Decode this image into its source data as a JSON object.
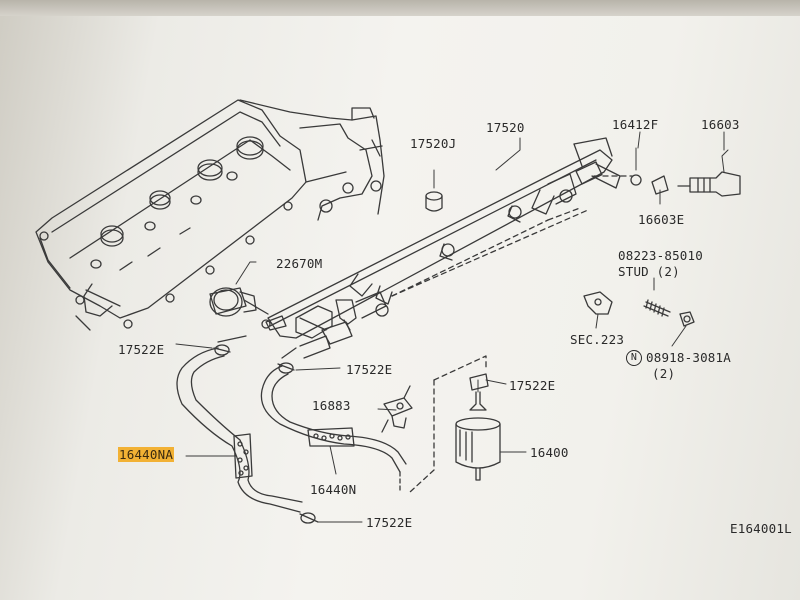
{
  "diagram": {
    "reference_code": "E164001L",
    "callouts": {
      "p17520j": "17520J",
      "p17520": "17520",
      "p16412f": "16412F",
      "p16603": "16603",
      "p16603e": "16603E",
      "p22670m": "22670M",
      "p08223": "08223-85010",
      "stud": "STUD (2)",
      "sec223": "SEC.223",
      "n_mark": "N",
      "p08918": "08918-3081A",
      "p08918_qty": "(2)",
      "p17522e_left": "17522E",
      "p17522e_mid": "17522E",
      "p17522e_right": "17522E",
      "p17522e_bottom": "17522E",
      "p16883": "16883",
      "p16440na": "16440NA",
      "p16440n": "16440N",
      "p16400": "16400"
    },
    "highlight_color": "#f2b134",
    "line_color": "#3a3a3a"
  }
}
